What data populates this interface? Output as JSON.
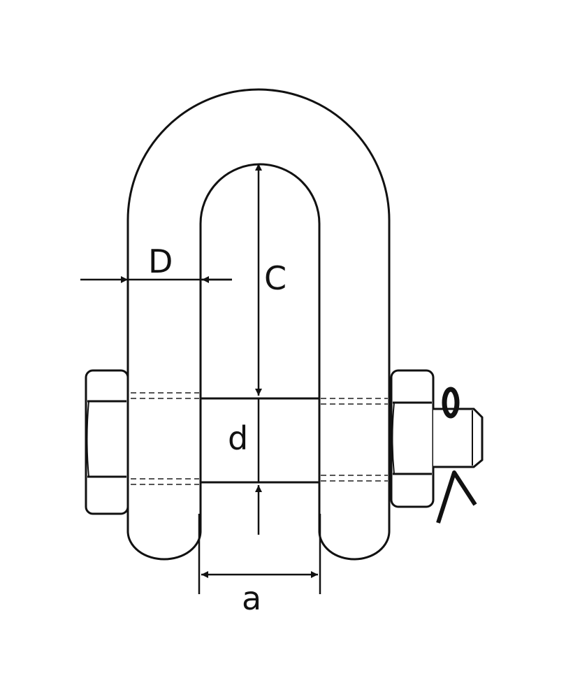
{
  "diagram": {
    "labels": {
      "thickness": "D",
      "inside_length": "C",
      "pin_diameter": "d",
      "inside_width": "a"
    },
    "colors": {
      "stroke": "#111111",
      "dashed": "#555555",
      "background": "#ffffff"
    }
  }
}
